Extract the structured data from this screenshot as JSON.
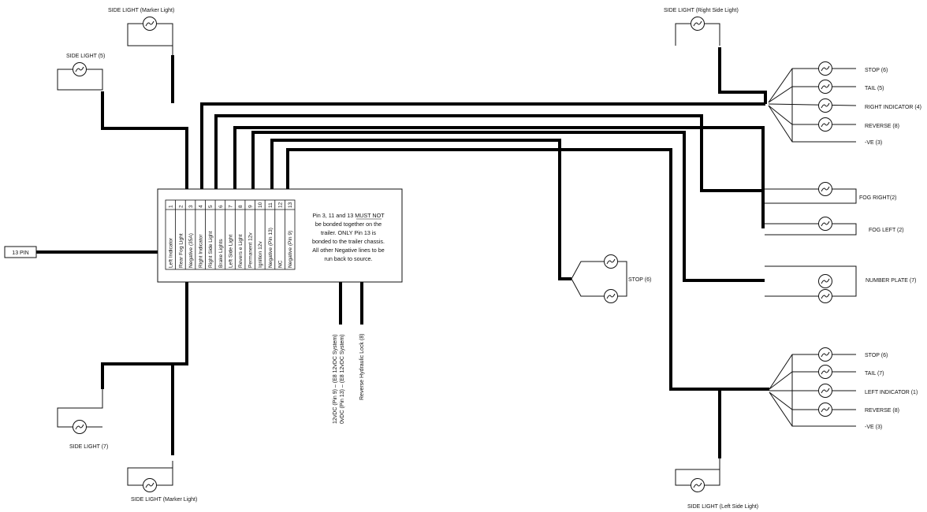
{
  "connector": {
    "label": "13 PIN",
    "pins": [
      {
        "num": "1",
        "name": "Left Indicator"
      },
      {
        "num": "2",
        "name": "Rear Fog Light"
      },
      {
        "num": "3",
        "name": "Negative (35A)"
      },
      {
        "num": "4",
        "name": "Right Indicator"
      },
      {
        "num": "5",
        "name": "Right Side Light"
      },
      {
        "num": "6",
        "name": "Brake Lights"
      },
      {
        "num": "7",
        "name": "Left Side Light"
      },
      {
        "num": "8",
        "name": "Revers e Light"
      },
      {
        "num": "9",
        "name": "Permanent 12v"
      },
      {
        "num": "10",
        "name": "Ignition 12v"
      },
      {
        "num": "11",
        "name": "Negative (Pin 13)"
      },
      {
        "num": "12",
        "name": "NC"
      },
      {
        "num": "13",
        "name": "Negative (Pin 9)"
      }
    ],
    "note_lines": [
      "Pin 3, 11 and 13 MUST NOT",
      "be bonded together on the",
      "trailer. ONLY Pin 13 is",
      "bonded to the trailer chassis.",
      "All other Negative lines to be",
      "run back to source."
    ]
  },
  "aux_lines": [
    "12vDC (Pin 9) – (E8 12vDC System)",
    "0vDC (Pin 13) – (E8 12vDC System)",
    "Reverse Hydraulic Lock (8)"
  ],
  "side_lights": {
    "top_marker": "SIDE LIGHT (Marker Light)",
    "top_left": "SIDE LIGHT (5)",
    "bottom_left": "SIDE LIGHT (7)",
    "bottom_marker": "SIDE LIGHT (Marker Light)",
    "top_right": "SIDE LIGHT (Right Side Light)",
    "bottom_right": "SIDE LIGHT (Left Side Light)"
  },
  "right_cluster": [
    "STOP (6)",
    "TAIL (5)",
    "RIGHT INDICATOR (4)",
    "REVERSE (8)",
    "-VE (3)"
  ],
  "left_cluster": [
    "STOP (6)",
    "TAIL (7)",
    "LEFT INDICATOR (1)",
    "REVERSE (8)",
    "-VE (3)"
  ],
  "fog_right": "FOG RIGHT(2)",
  "fog_left": "FOG LEFT (2)",
  "number_plate": "NUMBER PLATE (7)",
  "stop_center": "STOP (6)"
}
